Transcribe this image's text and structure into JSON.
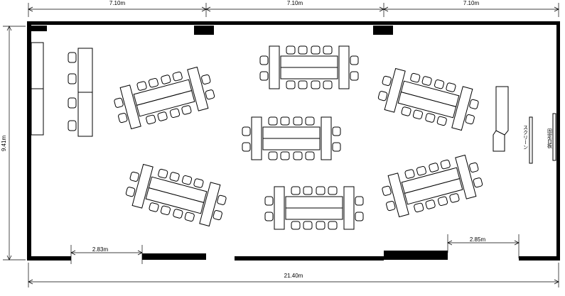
{
  "dimensions": {
    "top_segments": [
      "7.10m",
      "7.10m",
      "7.10m"
    ],
    "height": "9.41m",
    "total_width": "21.40m",
    "door_left": "2.83m",
    "door_right": "2.85m"
  },
  "labels": {
    "screen": "スクリーン",
    "whiteboard": "固定白板"
  },
  "colors": {
    "wall": "#000000",
    "furniture_fill": "#ffffff",
    "line": "#000000"
  }
}
